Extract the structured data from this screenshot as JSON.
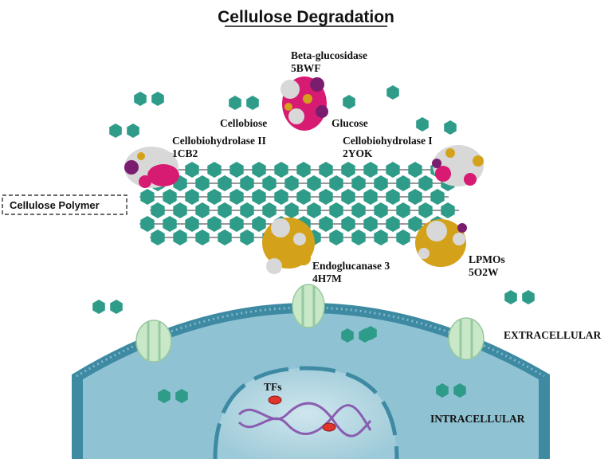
{
  "title": "Cellulose Degradation",
  "labels": {
    "beta_glucosidase": "Beta-glucosidase",
    "beta_glucosidase_pdb": "5BWF",
    "cellobiose": "Cellobiose",
    "glucose": "Glucose",
    "cellobiohydrolase_2": "Cellobiohydrolase II",
    "cellobiohydrolase_2_pdb": "1CB2",
    "cellobiohydrolase_1": "Cellobiohydrolase I",
    "cellobiohydrolase_1_pdb": "2YOK",
    "cellulose_polymer": "Cellulose Polymer",
    "endoglucanase_3": "Endoglucanase 3",
    "endoglucanase_3_pdb": "4H7M",
    "lpmos": "LPMOs",
    "lpmos_pdb": "5O2W",
    "extracellular": "EXTRACELLULAR",
    "intracellular": "INTRACELLULAR",
    "tfs": "TFs"
  },
  "colors": {
    "hexagon": "#2f9c8a",
    "protein_magenta": "#d81b72",
    "protein_gold": "#d4a21a",
    "protein_purple": "#7a1d6e",
    "protein_grey": "#d8d8d8",
    "cell_interior": "#8fc3d3",
    "membrane": "#3e8aa3",
    "nucleus": "#b8dbe4",
    "transporter": "#c8e8c8",
    "dna": "#8a5db0",
    "tf": "#e0352b"
  }
}
